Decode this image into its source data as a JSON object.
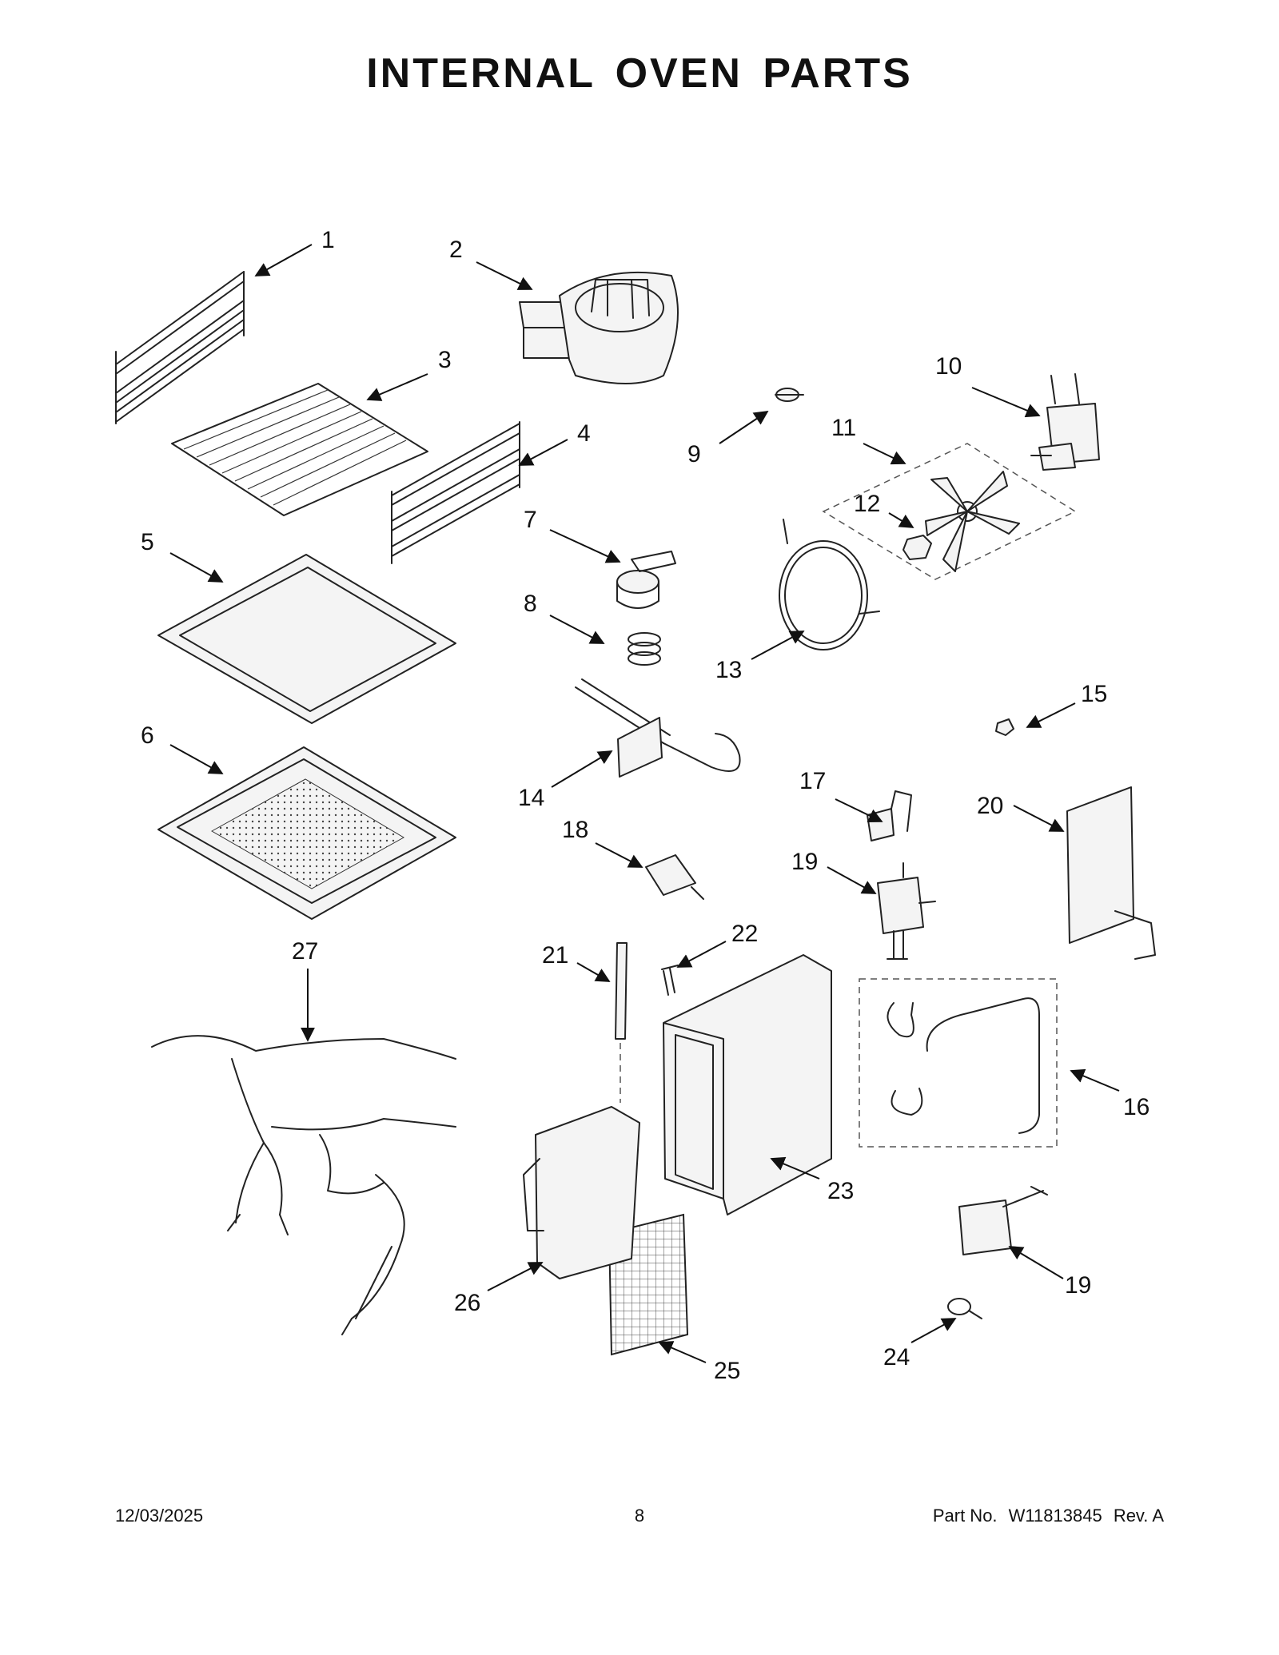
{
  "title": "INTERNAL OVEN PARTS",
  "callouts": [
    "1",
    "2",
    "3",
    "4",
    "5",
    "6",
    "7",
    "8",
    "9",
    "10",
    "11",
    "12",
    "13",
    "14",
    "15",
    "16",
    "17",
    "18",
    "19",
    "19",
    "20",
    "21",
    "22",
    "23",
    "24",
    "25",
    "26",
    "27"
  ],
  "footer": {
    "date": "12/03/2025",
    "page": "8",
    "part_label": "Part No.",
    "part_number": "W11813845",
    "revision": "Rev.  A"
  }
}
